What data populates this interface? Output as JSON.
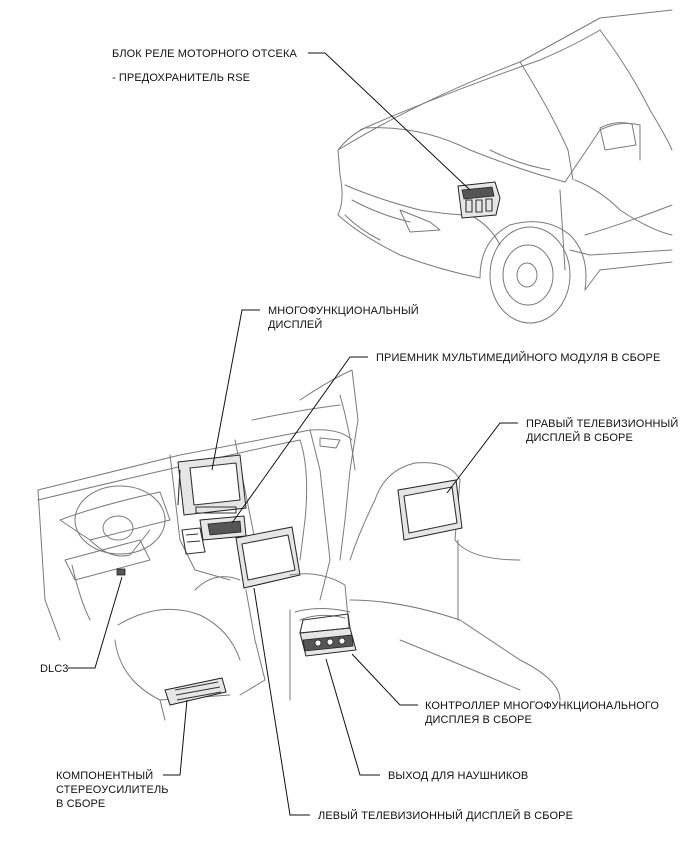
{
  "labels": {
    "relay_block": "БЛОК РЕЛЕ МОТОРНОГО ОТСЕКА",
    "rse_fuse": "- ПРЕДОХРАНИТЕЛЬ RSE",
    "multi_display_1": "МНОГОФУНКЦИОНАЛЬНЫЙ",
    "multi_display_2": "ДИСПЛЕЙ",
    "media_receiver": "ПРИЕМНИК МУЛЬТИМЕДИЙНОГО МОДУЛЯ В СБОРЕ",
    "right_tv_1": "ПРАВЫЙ ТЕЛЕВИЗИОННЫЙ",
    "right_tv_2": "ДИСПЛЕЙ В СБОРЕ",
    "dlc3": "DLC3",
    "controller_1": "КОНТРОЛЛЕР МНОГОФУНКЦИОНАЛЬНОГО",
    "controller_2": "ДИСПЛЕЯ В СБОРЕ",
    "amp_1": "КОМПОНЕНТНЫЙ",
    "amp_2": "СТЕРЕОУСИЛИТЕЛЬ",
    "amp_3": "В СБОРЕ",
    "headphones": "ВЫХОД ДЛЯ НАУШНИКОВ",
    "left_tv": "ЛЕВЫЙ ТЕЛЕВИЗИОННЫЙ ДИСПЛЕЙ В СБОРЕ"
  }
}
